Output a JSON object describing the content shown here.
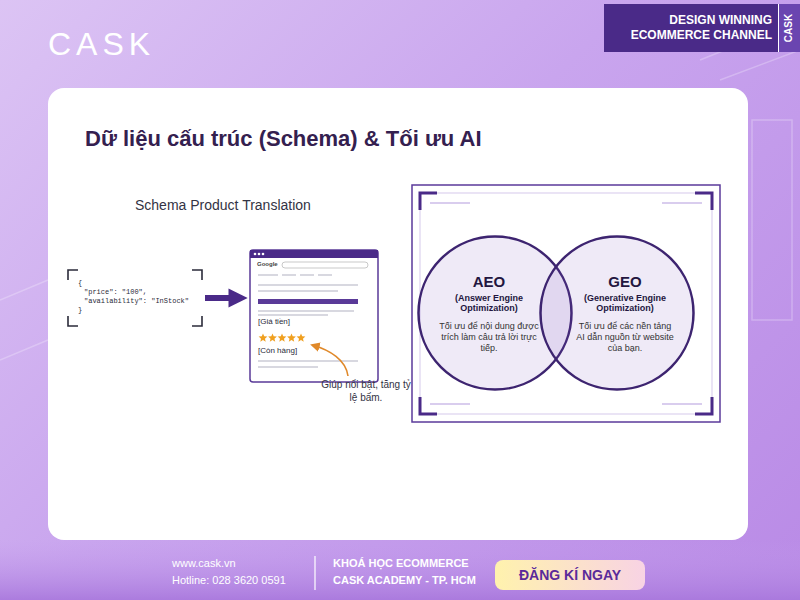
{
  "diagram": {
    "title": "Dữ liệu cấu trúc (Schema) & Tối ưu AI",
    "nodes": [
      {
        "text": [
          "DESIGN WINNING ECOMMERCE CHANNEL",
          "CASK"
        ]
      },
      {
        "text": [
          "{",
          "\"price\": \"100\",",
          "\"availability\": \"InStock\"",
          "}"
        ]
      },
      {
        "text": [
          "Google",
          "[Giá tiền]",
          "[Còn hàng]"
        ]
      },
      {
        "text": [
          "AEO",
          "(Answer Engine Optimization)",
          "Tối ưu để nội dung được trích làm câu trả lời trực tiếp."
        ]
      },
      {
        "text": [
          "GEO",
          "(Generative Engine Optimization)",
          "Tối ưu để các nền tảng AI dẫn nguồn từ website của bạn."
        ]
      },
      {
        "text": [
          "ĐĂNG KÍ NGAY"
        ]
      }
    ],
    "edges": [
      {
        "from": 1,
        "to": 2,
        "arrow": "to"
      }
    ],
    "labels": [
      "CASK",
      "Schema Product Translation",
      "Giúp nổi bật, tăng tỷ lệ bấm.",
      "www.cask.vn",
      "Hotline: 028 3620 0591",
      "KHOÁ HỌC ECOMMERCE",
      "CASK ACADEMY - TP. HCM"
    ]
  }
}
